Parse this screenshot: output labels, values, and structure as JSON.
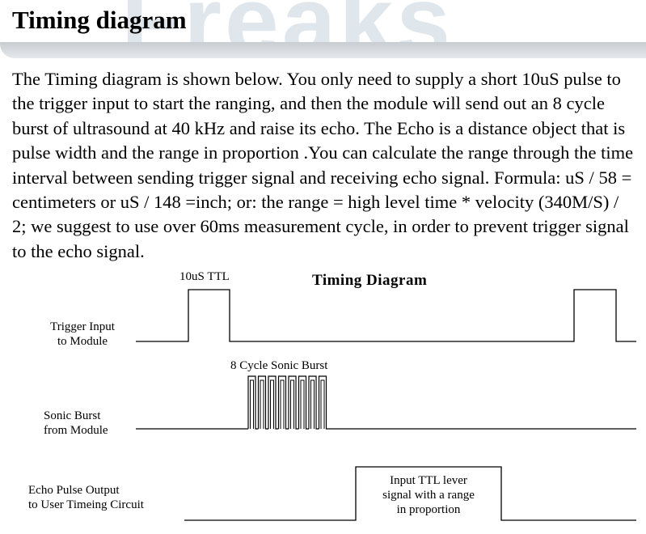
{
  "watermark": {
    "text": "Freaks"
  },
  "page": {
    "title": "Timing diagram",
    "paragraph": "The Timing diagram is shown below. You only need to supply a short 10uS pulse to the trigger input to start the ranging, and then the module will send out an 8 cycle burst of ultrasound at 40 kHz and raise its echo. The Echo is a distance object that is pulse width and the range in proportion .You can calculate the range through the time interval between sending trigger signal and receiving echo signal. Formula: uS / 58 = centimeters or uS / 148 =inch; or: the range = high level time * velocity (340M/S) / 2; we suggest to use over 60ms measurement cycle, in order to prevent trigger signal to the echo signal."
  },
  "diagram": {
    "title": "Timing  Diagram",
    "pulse_label": "10uS TTL",
    "burst_label": "8 Cycle Sonic Burst",
    "trigger_label": [
      "Trigger Input",
      "to Module"
    ],
    "sonic_label": [
      "Sonic Burst",
      "from Module"
    ],
    "echo_label": [
      "Echo Pulse Output",
      "to User Timeing Circuit"
    ],
    "echo_note": [
      "Input TTL lever",
      "signal with a range",
      "in proportion"
    ],
    "burst_cycles": 8
  }
}
